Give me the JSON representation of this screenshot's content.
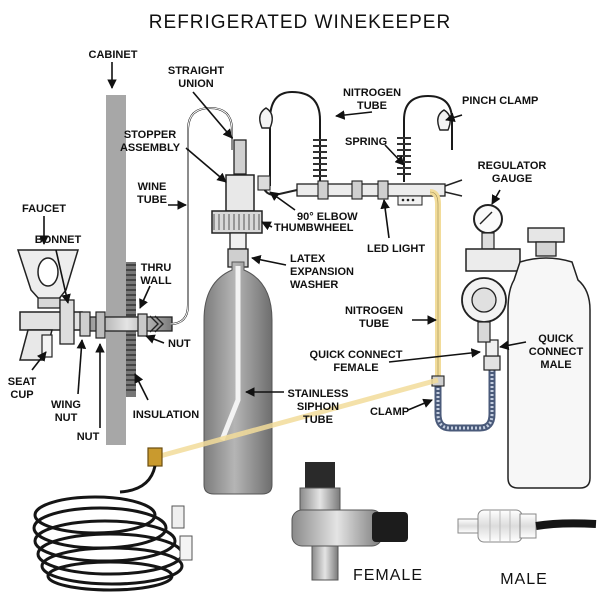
{
  "title": "REFRIGERATED WINEKEEPER",
  "labels": {
    "cabinet": "CABINET",
    "straight_union_1": "STRAIGHT",
    "straight_union_2": "UNION",
    "nitrogen_tube_top_1": "NITROGEN",
    "nitrogen_tube_top_2": "TUBE",
    "pinch_clamp": "PINCH CLAMP",
    "stopper_assembly_1": "STOPPER",
    "stopper_assembly_2": "ASSEMBLY",
    "spring": "SPRING",
    "regulator_gauge_1": "REGULATOR",
    "regulator_gauge_2": "GAUGE",
    "wine_tube_1": "WINE",
    "wine_tube_2": "TUBE",
    "faucet": "FAUCET",
    "elbow": "90° ELBOW",
    "bonnet": "BONNET",
    "thumbwheel": "THUMBWHEEL",
    "led_light": "LED LIGHT",
    "thru_wall_1": "THRU",
    "thru_wall_2": "WALL",
    "latex_1": "LATEX",
    "latex_2": "EXPANSION",
    "latex_3": "WASHER",
    "nitrogen_tube_mid_1": "NITROGEN",
    "nitrogen_tube_mid_2": "TUBE",
    "quick_connect_male_1": "QUICK",
    "quick_connect_male_2": "CONNECT",
    "quick_connect_male_3": "MALE",
    "nut_right": "NUT",
    "quick_connect_female_1": "QUICK CONNECT",
    "quick_connect_female_2": "FEMALE",
    "seat_cup_1": "SEAT",
    "seat_cup_2": "CUP",
    "wing_nut_1": "WING",
    "wing_nut_2": "NUT",
    "stainless_1": "STAINLESS",
    "stainless_2": "SIPHON",
    "stainless_3": "TUBE",
    "clamp": "CLAMP",
    "insulation": "INSULATION",
    "nut_bottom": "NUT"
  },
  "captions": {
    "female": "FEMALE",
    "male": "MALE"
  },
  "colors": {
    "nitrogen_line": "#f2dc9a",
    "cabinet_wall": "#a7a7a7",
    "bottle": "#8f8f8f",
    "cylinder": "#f7f7f7",
    "hose": "#151515"
  }
}
